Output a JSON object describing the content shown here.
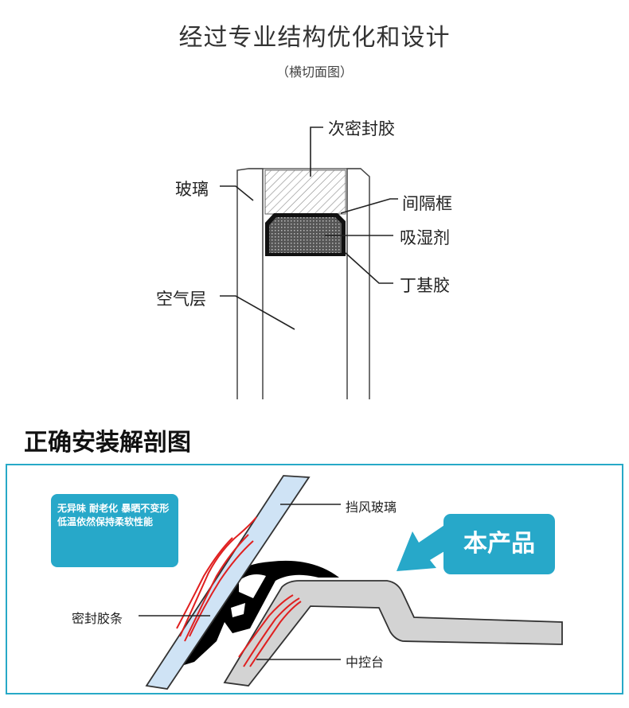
{
  "header": {
    "title": "经过专业结构优化和设计",
    "subtitle": "（横切面图）"
  },
  "cross_section": {
    "labels": {
      "secondary_sealant": "次密封胶",
      "glass": "玻璃",
      "spacer_frame": "间隔框",
      "desiccant": "吸湿剂",
      "butyl": "丁基胶",
      "air_layer": "空气层"
    }
  },
  "install": {
    "heading": "正确安装解剖图",
    "note": "无异味 耐老化 暴晒不变形低温依然保持柔软性能",
    "product_badge": "本产品",
    "labels": {
      "windshield": "挡风玻璃",
      "seal_strip": "密封胶条",
      "dashboard": "中控台"
    }
  },
  "colors": {
    "accent": "#27a8c9",
    "glass_fill": "#cfe3f5",
    "dashboard_fill": "#d3d3d3",
    "strip_fill": "#000000",
    "crack_red": "#e02020"
  }
}
